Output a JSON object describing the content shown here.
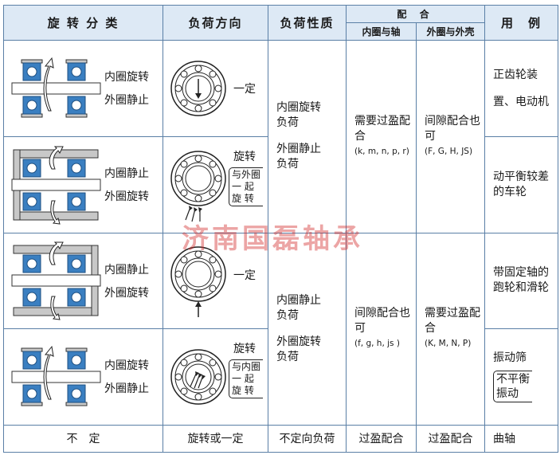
{
  "header": {
    "rotation": "旋 转 分 类",
    "load_dir": "负荷方向",
    "load_nature": "负荷性质",
    "fit": "配  合",
    "inner_shaft": "内圈与轴",
    "outer_housing": "外圈与外壳",
    "usage": "用　例"
  },
  "rows": [
    {
      "rot1": "内圈旋转",
      "rot2": "外圈静止",
      "load": "一定",
      "usage": "正齿轮装置、电动机"
    },
    {
      "rot1": "内圈静止",
      "rot2": "外圈旋转",
      "load_title": "旋转",
      "load_b1": "与外圈",
      "load_b2": "一 起",
      "load_b3": "旋 转",
      "usage": "动平衡较差的车轮"
    },
    {
      "rot1": "内圈静止",
      "rot2": "外圈旋转",
      "load": "一定",
      "usage": "带固定轴的跑轮和滑轮"
    },
    {
      "rot1": "内圈旋转",
      "rot2": "外圈静止",
      "load_title": "旋转",
      "load_b1": "与内圈",
      "load_b2": "一 起",
      "load_b3": "旋 转",
      "usage_a": "振动筛",
      "usage_b1": "不平衡",
      "usage_b2": "振动"
    }
  ],
  "group_a": {
    "nature1": "内圈旋转负荷",
    "nature2": "外圈静止负荷",
    "shaft_fit": "需要过盈配合",
    "shaft_codes": "(k, m, n, p, r)",
    "housing_fit": "间隙配合也可",
    "housing_codes": "(F, G, H, JS)"
  },
  "group_b": {
    "nature1": "内圈静止负荷",
    "nature2": "外圈旋转负荷",
    "shaft_fit": "间隙配合也可",
    "shaft_codes": "(f, g, h, js )",
    "housing_fit": "需要过盈配合",
    "housing_codes": "(K, M, N, P)"
  },
  "footer": {
    "rotation": "不　定",
    "load_dir": "旋转或一定",
    "load_nature": "不定向负荷",
    "shaft_fit": "过盈配合",
    "housing_fit": "过盈配合",
    "usage": "曲轴"
  },
  "watermark": "济南国磊轴承",
  "colors": {
    "header_bg": "#dde9f5",
    "border": "#5a7fa6",
    "bearing_blue": "#3a7fc1",
    "housing_gray": "#c8c8c8",
    "watermark": "#d22828"
  }
}
